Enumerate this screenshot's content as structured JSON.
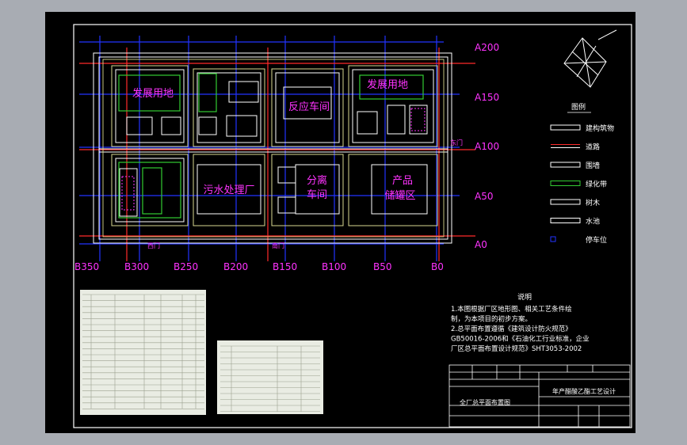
{
  "axes": {
    "y_labels": [
      "A200",
      "A150",
      "A100",
      "A50",
      "A0"
    ],
    "x_labels": [
      "B350",
      "B300",
      "B250",
      "B200",
      "B150",
      "B100",
      "B50",
      "B0"
    ]
  },
  "zones": {
    "dev_left": "发展用地",
    "dev_right": "发展用地",
    "reaction": "反应车间",
    "sewage": "污水处理厂",
    "separation_1": "分离",
    "separation_2": "车间",
    "product_1": "产品",
    "product_2": "储罐区"
  },
  "gates": {
    "gate_left": "西门",
    "gate_right": "南门",
    "gate_east": "东门"
  },
  "legend": {
    "title": "图例",
    "items": [
      "建构筑物",
      "道路",
      "围墙",
      "绿化带",
      "树木",
      "水池",
      "停车位"
    ]
  },
  "notes": {
    "title": "说明",
    "lines": [
      "1.本图根据厂区地形图、相关工艺条件绘",
      "制，为本项目的初步方案。",
      "2.总平面布置遵循《建筑设计防火规范》",
      "GB50016-2006和《石油化工行业标准，企业",
      "厂区总平面布置设计规范》SHT3053-2002"
    ]
  },
  "title_block": {
    "drawing_name": "年产醋酸乙酯工艺设计",
    "plan_name": "全厂总平面布置图"
  },
  "colors": {
    "background": "#000000",
    "frame": "#ffffff",
    "label_magenta": "#ff33ff",
    "axis_red": "#ff2a2a",
    "grid_blue": "#2233ff",
    "greenbelt": "#33cc33",
    "wall": "#d8d890"
  }
}
